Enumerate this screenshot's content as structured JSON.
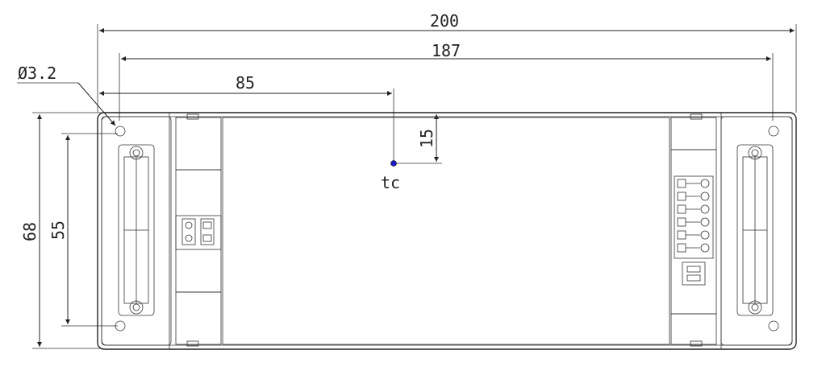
{
  "dimensions": {
    "overall_length": "200",
    "hole_spacing": "187",
    "tc_offset_x": "85",
    "tc_offset_y": "15",
    "overall_height": "68",
    "hole_spacing_vertical": "55",
    "hole_diameter": "Ø3.2"
  },
  "labels": {
    "tc_point": "tc"
  },
  "colors": {
    "line": "#222222",
    "tc_marker": "#1a1acc"
  }
}
